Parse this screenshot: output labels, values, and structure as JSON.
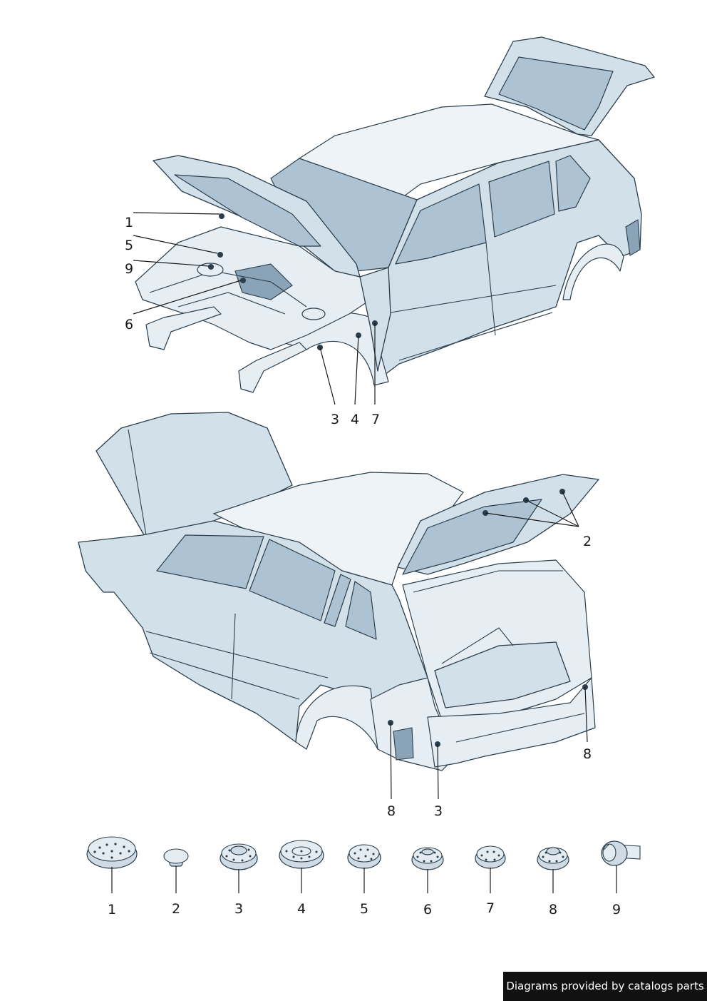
{
  "diagram": {
    "front_view": {
      "callouts": [
        "1",
        "5",
        "9",
        "6",
        "3",
        "4",
        "7"
      ]
    },
    "rear_view": {
      "callouts": [
        "2",
        "8",
        "8",
        "3"
      ]
    },
    "parts": [
      {
        "number": "1",
        "icon": "large-grommet-icon"
      },
      {
        "number": "2",
        "icon": "cap-plug-icon"
      },
      {
        "number": "3",
        "icon": "stepped-grommet-icon"
      },
      {
        "number": "4",
        "icon": "large-grommet-icon"
      },
      {
        "number": "5",
        "icon": "grommet-icon"
      },
      {
        "number": "6",
        "icon": "grommet-icon"
      },
      {
        "number": "7",
        "icon": "small-grommet-icon"
      },
      {
        "number": "8",
        "icon": "stepped-grommet-icon"
      },
      {
        "number": "9",
        "icon": "adhesive-tape-roll-icon"
      }
    ]
  },
  "footer": {
    "credit": "Diagrams provided by catalogs parts"
  }
}
